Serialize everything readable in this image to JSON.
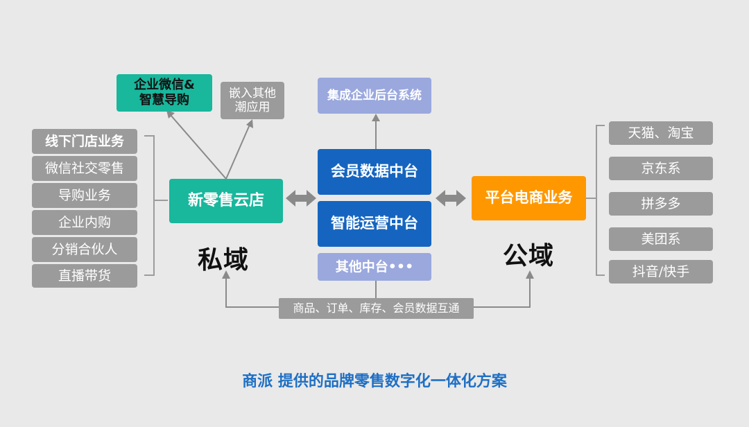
{
  "private_domain": {
    "label": "私域",
    "hub": "新零售云店",
    "left_items": [
      "线下门店业务",
      "微信社交零售",
      "导购业务",
      "企业内购",
      "分销合伙人",
      "直播带货"
    ],
    "wecom_box": "企业微信&\n智慧导购",
    "embed_box": "嵌入其他\n潮应用"
  },
  "middle": {
    "top_box": "集成企业后台系统",
    "member_box": "会员数据中台",
    "ops_box": "智能运营中台",
    "other_box": "其他中台•••",
    "connector": "商品、订单、库存、会员数据互通"
  },
  "public_domain": {
    "label": "公域",
    "hub": "平台电商业务",
    "right_items": [
      "天猫、淘宝",
      "京东系",
      "拼多多",
      "美团系",
      "抖音/快手"
    ]
  },
  "caption": "商派 提供的品牌零售数字化一体化方案",
  "colors": {
    "teal": "#19b79c",
    "blue": "#1565c0",
    "light_blue": "#9aa8de",
    "orange": "#ff9800",
    "gray": "#9b9b9b",
    "caption": "#1e6fc4"
  }
}
